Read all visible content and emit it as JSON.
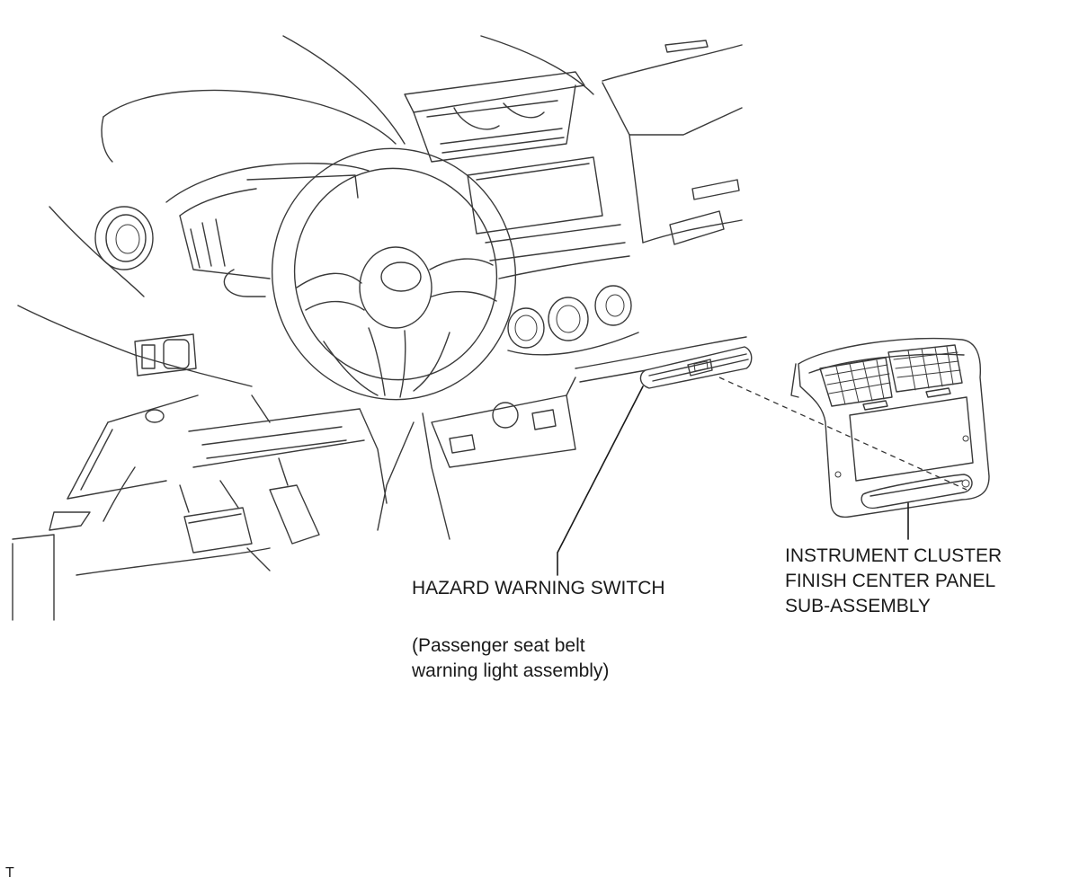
{
  "labels": {
    "hazard_switch": "HAZARD WARNING SWITCH",
    "passenger_note_line1": "(Passenger seat belt",
    "passenger_note_line2": "warning light assembly)",
    "panel_line1": "INSTRUMENT CLUSTER",
    "panel_line2": "FINISH CENTER PANEL",
    "panel_line3": "SUB-ASSEMBLY",
    "figure_code": "T"
  }
}
